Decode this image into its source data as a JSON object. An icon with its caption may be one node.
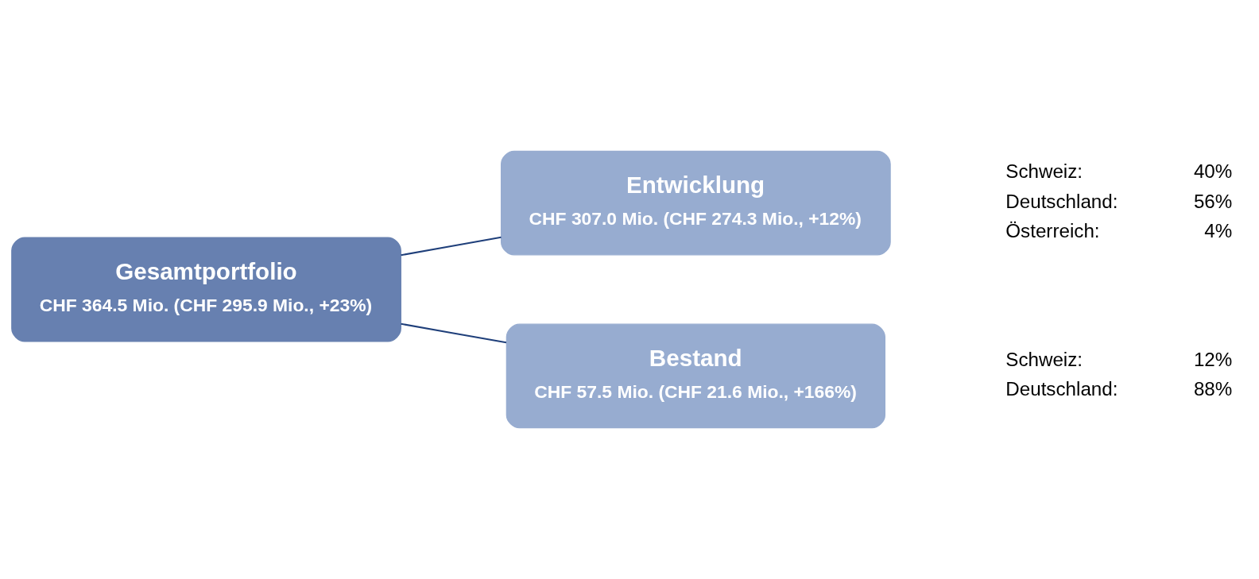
{
  "diagram": {
    "nodes": [
      {
        "text": [
          "Gesamtportfolio",
          "CHF 364.5 Mio. (CHF 295.9 Mio., +23%)"
        ]
      },
      {
        "text": [
          "Entwicklung",
          "CHF 307.0 Mio. (CHF 274.3 Mio., +12%)"
        ],
        "beside": [
          "Schweiz:",
          "40%",
          "Deutschland:",
          "56%",
          "Österreich:",
          "4%"
        ]
      },
      {
        "text": [
          "Bestand",
          "CHF 57.5 Mio. (CHF 21.6 Mio., +166%)"
        ],
        "beside": [
          "Schweiz:",
          "12%",
          "Deutschland:",
          "88%"
        ]
      }
    ],
    "edges": [
      {
        "from": 0,
        "to": 1,
        "arrow": "none"
      },
      {
        "from": 0,
        "to": 2,
        "arrow": "none"
      }
    ]
  }
}
